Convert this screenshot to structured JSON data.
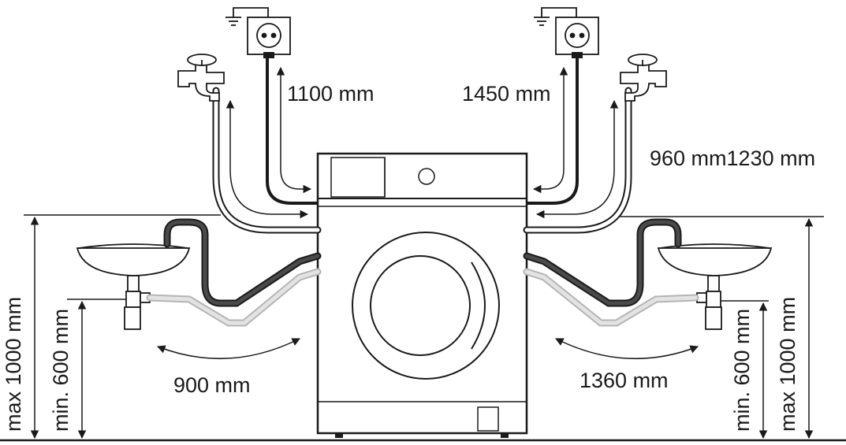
{
  "labels": {
    "power_cord_left": "1100 mm",
    "power_cord_right": "1450 mm",
    "inlet_hose_right": "960 mm1230 mm",
    "drain_hose_left": "900 mm",
    "drain_hose_right": "1360 mm",
    "max_height_left": "max 1000 mm",
    "min_height_left": "min. 600 mm",
    "min_height_right": "min. 600 mm",
    "max_height_right": "max 1000 mm"
  },
  "colors": {
    "line": "#1a1a1a",
    "hose_dark": "#4a4a4a",
    "hose_light": "#cfcfcf"
  }
}
